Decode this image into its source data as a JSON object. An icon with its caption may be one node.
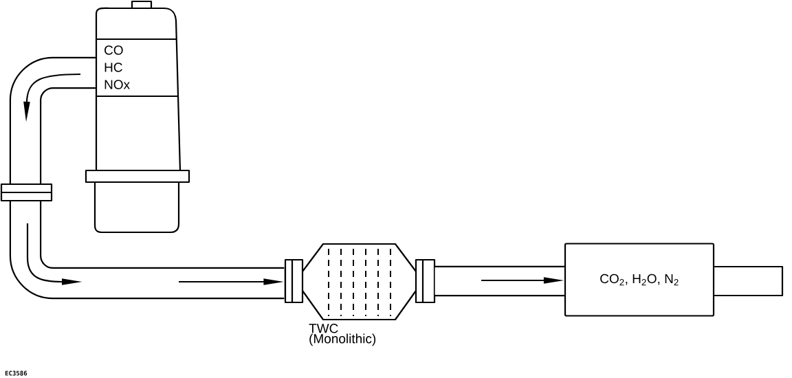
{
  "diagram": {
    "nodes": [
      {
        "text": [
          "CO HC NOx"
        ]
      },
      {
        "text": [],
        "shape": "picture",
        "beside": [
          "TWC (Monolithic)"
        ]
      },
      {
        "text": [
          "CO$_{2}$, H$_{2}$O, N$_{2}$"
        ]
      }
    ],
    "edges": [
      {
        "from": 0,
        "to": 1,
        "arrow": "to"
      },
      {
        "from": 1,
        "to": 2,
        "arrow": "to"
      },
      {
        "from": 2,
        "to": null,
        "arrow": "none"
      }
    ],
    "labels": [
      "EC3586"
    ]
  }
}
